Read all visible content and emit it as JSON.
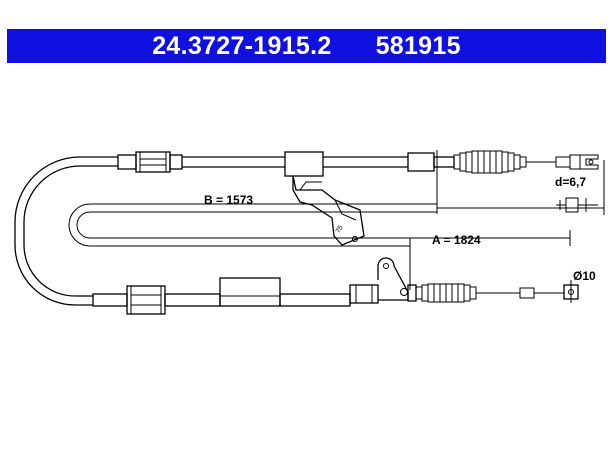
{
  "header": {
    "part_number": "24.3727-1915.2",
    "ref_number": "581915"
  },
  "dimensions": {
    "b_label": "B = 1573",
    "a_label": "A = 1824",
    "d_label": "d=6,7",
    "dia_label": "Ø10"
  },
  "colors": {
    "header_bg": "#1010e0",
    "header_text": "#ffffff"
  }
}
